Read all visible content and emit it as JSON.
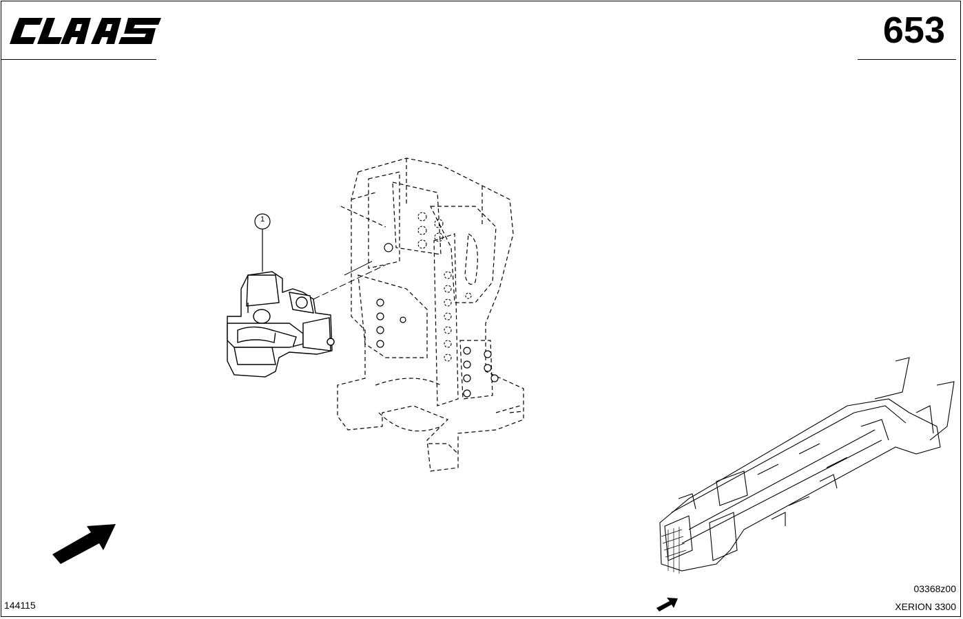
{
  "header": {
    "brand": "CLAAS",
    "page_number": "653"
  },
  "callouts": [
    {
      "number": "1"
    }
  ],
  "footer": {
    "figure_id": "144115",
    "drawing_code": "03368z00",
    "model": "XERION 3300"
  }
}
